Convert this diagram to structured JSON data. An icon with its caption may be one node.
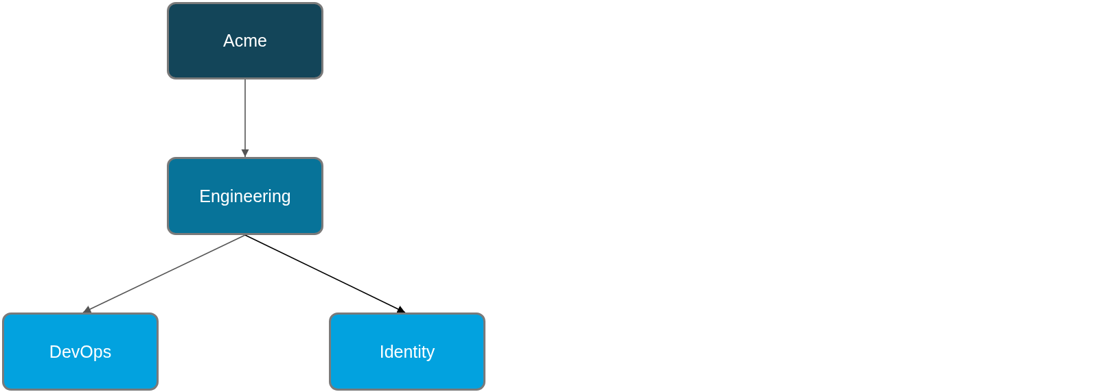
{
  "diagram": {
    "nodes": [
      {
        "text": [
          "Acme"
        ]
      },
      {
        "text": [
          "Engineering"
        ]
      },
      {
        "text": [
          "DevOps"
        ]
      },
      {
        "text": [
          "Identity"
        ]
      }
    ],
    "edges": [
      {
        "from": 0,
        "to": 1,
        "arrow": "to"
      },
      {
        "from": 1,
        "to": 2,
        "arrow": "to"
      },
      {
        "from": 1,
        "to": 3,
        "arrow": "to",
        "color": "#000000"
      }
    ]
  }
}
